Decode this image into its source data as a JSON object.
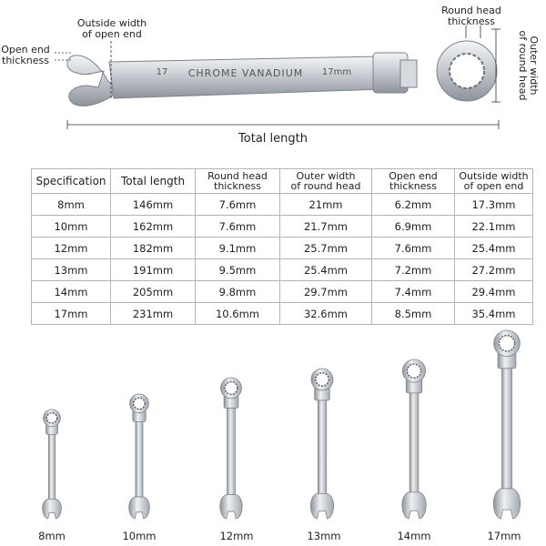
{
  "diagram": {
    "labels": {
      "outside_width": "Outside width\nof open end",
      "open_end_thickness": "Open end\nthickness",
      "round_head_thickness": "Round head\nthickness",
      "outer_width_round_head": "Outer width\nof round head",
      "total_length": "Total length"
    },
    "stamp": {
      "left_size": "17",
      "brand": "CHROME VANADIUM",
      "right_size": "17mm"
    }
  },
  "table": {
    "headers": [
      "Specification",
      "Total length",
      "Round head\nthickness",
      "Outer width\nof round head",
      "Open end\nthickness",
      "Outside width\nof open end"
    ],
    "rows": [
      [
        "8mm",
        "146mm",
        "7.6mm",
        "21mm",
        "6.2mm",
        "17.3mm"
      ],
      [
        "10mm",
        "162mm",
        "7.6mm",
        "21.7mm",
        "6.9mm",
        "22.1mm"
      ],
      [
        "12mm",
        "182mm",
        "9.1mm",
        "25.7mm",
        "7.6mm",
        "25.4mm"
      ],
      [
        "13mm",
        "191mm",
        "9.5mm",
        "25.4mm",
        "7.2mm",
        "27.2mm"
      ],
      [
        "14mm",
        "205mm",
        "9.8mm",
        "29.7mm",
        "7.4mm",
        "29.4mm"
      ],
      [
        "17mm",
        "231mm",
        "10.6mm",
        "32.6mm",
        "8.5mm",
        "35.4mm"
      ]
    ]
  },
  "size_labels": [
    "8mm",
    "10mm",
    "12mm",
    "13mm",
    "14mm",
    "17mm"
  ],
  "colors": {
    "steel": "#c9cdd2",
    "steel_dark": "#8e949b",
    "steel_light": "#eef0f2"
  }
}
